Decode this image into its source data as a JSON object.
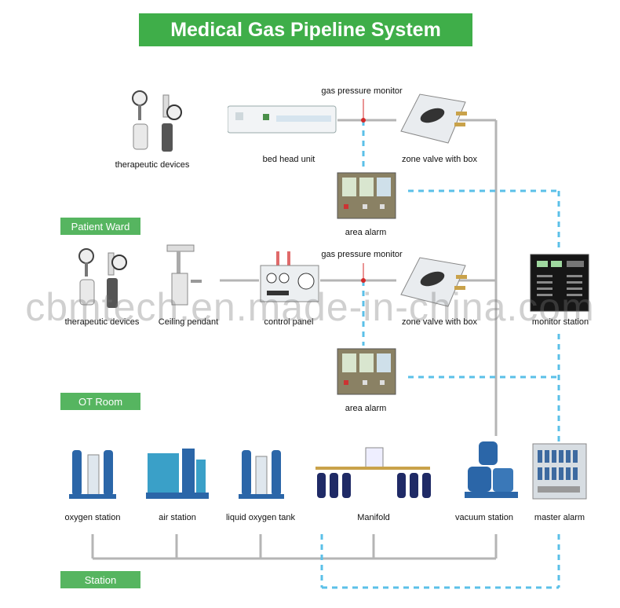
{
  "title": "Medical Gas Pipeline System",
  "sections": {
    "patient_ward": "Patient Ward",
    "ot_room": "OT Room",
    "station": "Station"
  },
  "ward": {
    "therapeutic_devices": "therapeutic devices",
    "bed_head_unit": "bed head unit",
    "gas_pressure_monitor": "gas pressure monitor",
    "zone_valve": "zone valve with box",
    "area_alarm": "area alarm"
  },
  "ot": {
    "therapeutic_devices": "therapeutic devices",
    "ceiling_pendant": "Ceiling pendant",
    "control_panel": "control panel",
    "gas_pressure_monitor": "gas pressure monitor",
    "zone_valve": "zone valve with box",
    "area_alarm": "area alarm",
    "monitor_station": "monitor station"
  },
  "station": {
    "oxygen_station": "oxygen station",
    "air_station": "air station",
    "liquid_oxygen_tank": "liquid oxygen tank",
    "manifold": "Manifold",
    "vacuum_station": "vacuum station",
    "master_alarm": "master alarm"
  },
  "watermark": "cbmtech.en.made-in-china.com",
  "colors": {
    "title_bg": "#3fae49",
    "section_bg": "#56b560",
    "pipe_gray": "#b5b5b5",
    "signal_blue": "#5bc0e8"
  }
}
